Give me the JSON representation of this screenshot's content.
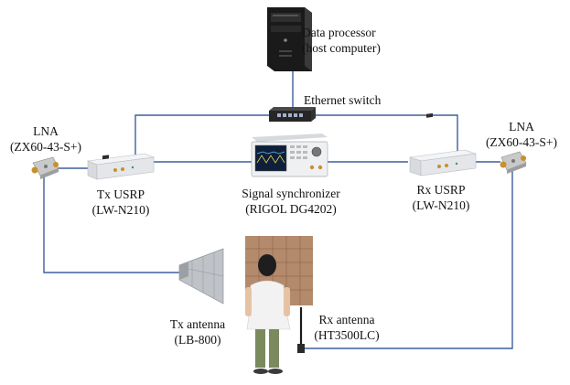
{
  "labels": {
    "data_processor": {
      "line1": "Data processor",
      "line2": "(host computer)"
    },
    "ethernet_switch": {
      "line1": "Ethernet switch"
    },
    "lna_left": {
      "line1": "LNA",
      "line2": "(ZX60-43-S+)"
    },
    "lna_right": {
      "line1": "LNA",
      "line2": "(ZX60-43-S+)"
    },
    "tx_usrp": {
      "line1": "Tx USRP",
      "line2": "(LW-N210)"
    },
    "rx_usrp": {
      "line1": "Rx USRP",
      "line2": "(LW-N210)"
    },
    "signal_synchronizer": {
      "line1": "Signal synchronizer",
      "line2": "(RIGOL DG4202)"
    },
    "tx_antenna": {
      "line1": "Tx antenna",
      "line2": "(LB-800)"
    },
    "rx_antenna": {
      "line1": "Rx antenna",
      "line2": "(HT3500LC)"
    }
  },
  "colors": {
    "cable": "#3d5f9e",
    "device_body": "#e9ecef",
    "device_dark": "#2b2b2b",
    "lna_body": "#c9c9c9",
    "wall": "#b48a6c",
    "horn": "#bfc3c8"
  }
}
